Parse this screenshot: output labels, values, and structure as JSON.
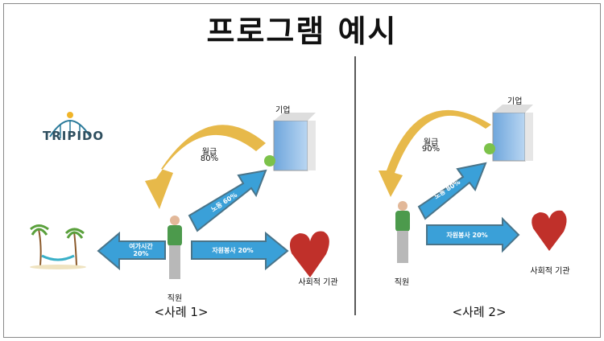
{
  "title": "프로그램 예시",
  "logo": {
    "text": "TRIPIDO"
  },
  "case1": {
    "company": "기업",
    "salary": "월급",
    "salary_pct": "80%",
    "labor": "노동 60%",
    "leisure": "여가시간",
    "leisure_pct": "20%",
    "volunteer": "자원봉사 20%",
    "employee": "직원",
    "org": "사회적 기관",
    "caption": "<사례 1>"
  },
  "case2": {
    "company": "기업",
    "salary": "월급",
    "salary_pct": "90%",
    "labor": "노동 80%",
    "volunteer": "자원봉사 20%",
    "employee": "직원",
    "org": "사회적 기관",
    "caption": "<사례 2>"
  }
}
